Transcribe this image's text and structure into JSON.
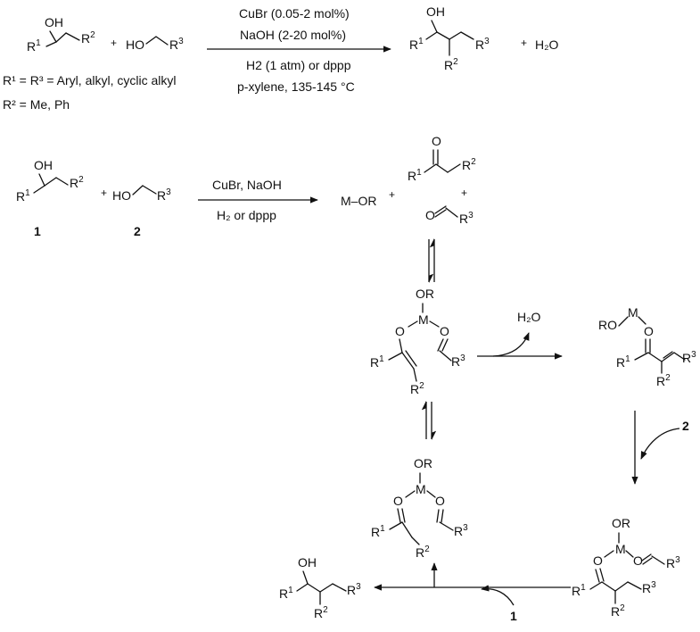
{
  "top": {
    "conditions": {
      "line1": "CuBr (0.05-2 mol%)",
      "line2": "NaOH (2-20 mol%)",
      "line3": "H2 (1 atm) or dppp",
      "line4": "p-xylene, 135-145 °C"
    },
    "legend": {
      "r1r3": "R¹ = R³ = Aryl, alkyl, cyclic alkyl",
      "r2": "R² = Me, Ph"
    },
    "plus": "+",
    "water": "H₂O"
  },
  "mechanism": {
    "reagents": "CuBr, NaOH",
    "conditions": "H₂ or dppp",
    "compound1_label": "1",
    "compound2_label": "2",
    "mor": "M–OR",
    "water": "H₂O",
    "plus": "+"
  },
  "atoms": {
    "OH": "OH",
    "HO": "HO",
    "O": "O",
    "M": "M",
    "OR": "OR",
    "RO": "RO",
    "R": "R",
    "sup1": "1",
    "sup2": "2",
    "sup3": "3"
  }
}
